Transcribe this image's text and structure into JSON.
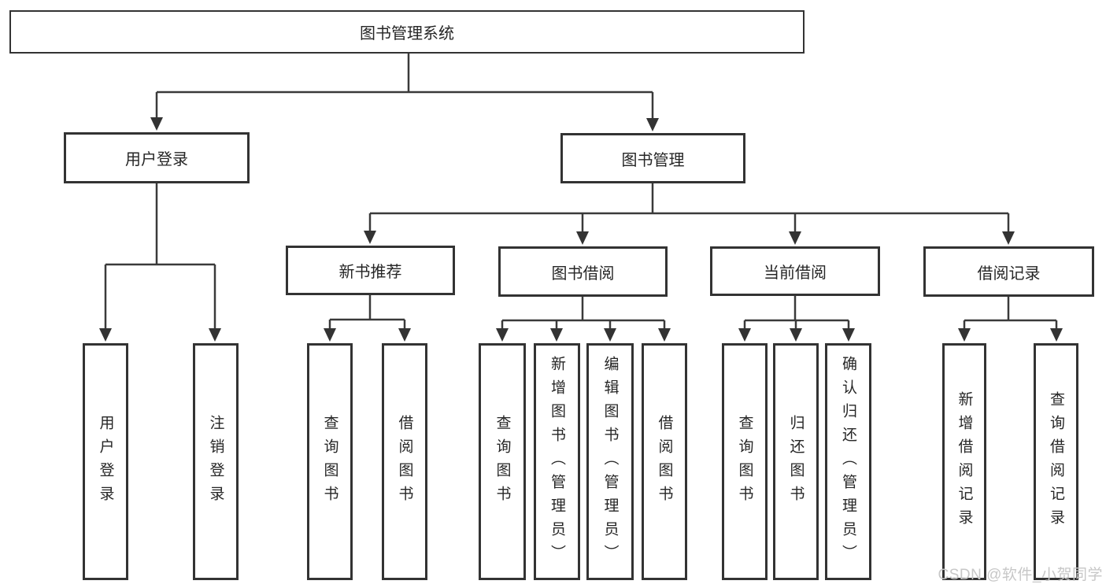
{
  "diagram": {
    "title": "图书管理系统",
    "tree": {
      "label": "图书管理系统",
      "children": [
        {
          "label": "用户登录",
          "children": [
            {
              "label": "用户登录"
            },
            {
              "label": "注销登录"
            }
          ]
        },
        {
          "label": "图书管理",
          "children": [
            {
              "label": "新书推荐",
              "children": [
                {
                  "label": "查询图书"
                },
                {
                  "label": "借阅图书"
                }
              ]
            },
            {
              "label": "图书借阅",
              "children": [
                {
                  "label": "查询图书"
                },
                {
                  "label": "新增图书（管理员）"
                },
                {
                  "label": "编辑图书（管理员）"
                },
                {
                  "label": "借阅图书"
                }
              ]
            },
            {
              "label": "当前借阅",
              "children": [
                {
                  "label": "查询图书"
                },
                {
                  "label": "归还图书"
                },
                {
                  "label": "确认归还（管理员）"
                }
              ]
            },
            {
              "label": "借阅记录",
              "children": [
                {
                  "label": "新增借阅记录"
                },
                {
                  "label": "查询借阅记录"
                }
              ]
            }
          ]
        }
      ]
    }
  },
  "watermark": {
    "text": "CSDN @软件_小贺同学"
  },
  "colors": {
    "line": "#3a3a3a",
    "border": "#333333",
    "text": "#262626",
    "watermark": "#c7c7c7",
    "background": "#ffffff"
  }
}
